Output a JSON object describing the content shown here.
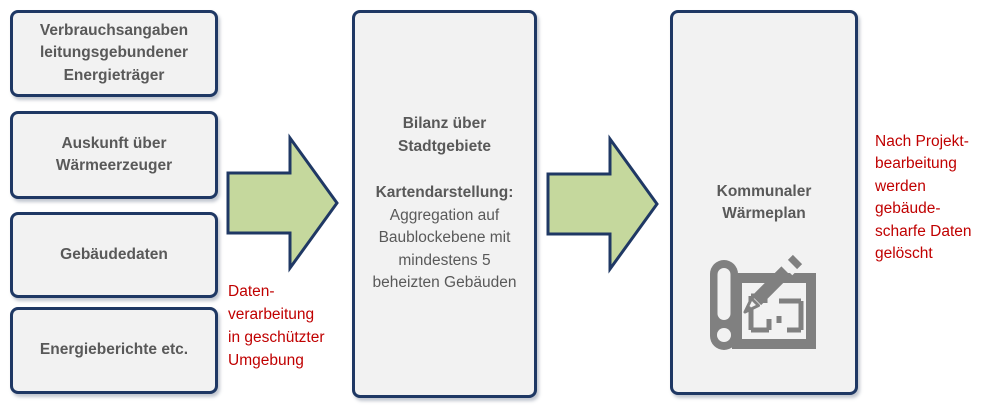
{
  "diagram": {
    "inputs": [
      {
        "label": "Verbrauchsangaben leitungsgebundener Energieträger"
      },
      {
        "label": "Auskunft über Wärmeerzeuger"
      },
      {
        "label": "Gebäudedaten"
      },
      {
        "label": "Energieberichte etc."
      }
    ],
    "process": {
      "title": "Bilanz über Stadtgebiete",
      "subtitle": "Kartendarstellung:",
      "body": "Aggregation auf Baublockebene mit mindestens 5 beheizten Gebäuden"
    },
    "output": {
      "title": "Kommunaler Wärmeplan",
      "icon": "blueprint-pencil-icon"
    },
    "notes": {
      "processing": {
        "lines": [
          "Daten-",
          "verarbeitung",
          "in geschützter",
          "Umgebung"
        ]
      },
      "deletion": {
        "lines": [
          "Nach Projekt-",
          "bearbeitung",
          "werden",
          "gebäude-",
          "scharfe Daten",
          "gelöscht"
        ]
      }
    },
    "colors": {
      "box_fill": "#f2f2f2",
      "box_border": "#1f3864",
      "arrow_fill": "#c5d89d",
      "box_text": "#595959",
      "note_text": "#c00000",
      "icon_gray": "#808080"
    }
  }
}
